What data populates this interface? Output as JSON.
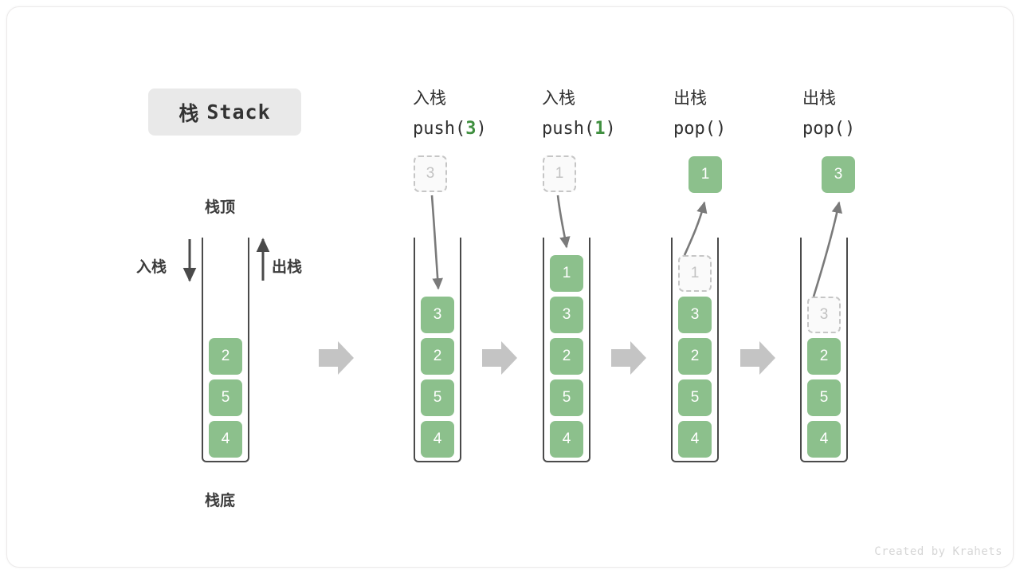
{
  "title": {
    "cn": "栈",
    "en": "Stack"
  },
  "labels": {
    "top": "栈顶",
    "bottom": "栈底",
    "push": "入栈",
    "pop": "出栈"
  },
  "footer": "Created by Krahets",
  "colors": {
    "accent_green": "#8cc08c",
    "accent_green_text": "#3f8f3f",
    "ghost_border": "#c6c6c6",
    "ghost_text": "#c2c2c2",
    "outline": "#4a4a4a",
    "arrow_gray": "#7a7a7a",
    "separator_gray": "#c4c4c4",
    "chip_bg": "#e9e9e9"
  },
  "columns": [
    {
      "id": "initial",
      "head_cn": "",
      "head_code": "",
      "code_num": "",
      "floating": null,
      "items": [
        "2",
        "5",
        "4"
      ],
      "ghost_index": -1
    },
    {
      "id": "push-3",
      "head_cn": "入栈",
      "head_code_prefix": "push(",
      "code_num": "3",
      "head_code_suffix": ")",
      "floating": {
        "value": "3",
        "style": "ghost"
      },
      "items": [
        "3",
        "2",
        "5",
        "4"
      ],
      "ghost_index": -1
    },
    {
      "id": "push-1",
      "head_cn": "入栈",
      "head_code_prefix": "push(",
      "code_num": "1",
      "head_code_suffix": ")",
      "floating": {
        "value": "1",
        "style": "ghost"
      },
      "items": [
        "1",
        "3",
        "2",
        "5",
        "4"
      ],
      "ghost_index": -1
    },
    {
      "id": "pop-1",
      "head_cn": "出栈",
      "head_code_prefix": "pop(",
      "code_num": "",
      "head_code_suffix": ")",
      "floating": {
        "value": "1",
        "style": "solid"
      },
      "items": [
        "1",
        "3",
        "2",
        "5",
        "4"
      ],
      "ghost_index": 0
    },
    {
      "id": "pop-3",
      "head_cn": "出栈",
      "head_code_prefix": "pop(",
      "code_num": "",
      "head_code_suffix": ")",
      "floating": {
        "value": "3",
        "style": "solid"
      },
      "items": [
        "3",
        "2",
        "5",
        "4"
      ],
      "ghost_index": 0
    }
  ]
}
